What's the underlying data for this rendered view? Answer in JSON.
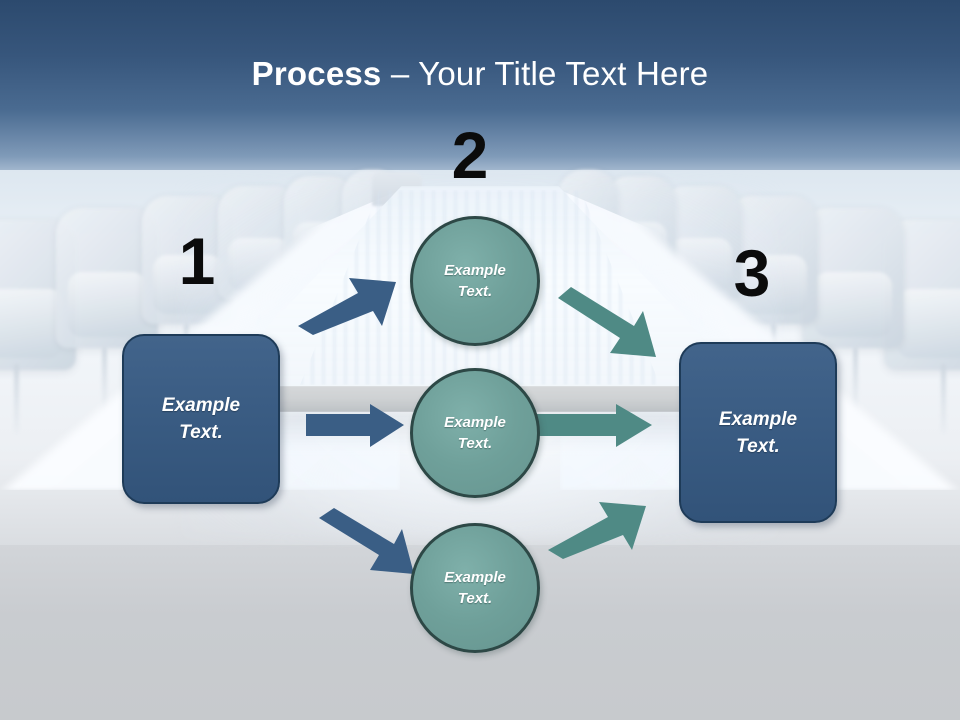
{
  "slide": {
    "title_bold": "Process",
    "title_rest": " – Your Title Text Here",
    "title_full": "Process – Your Title Text Here"
  },
  "colors": {
    "title_band_dark": "#2c4a6e",
    "title_band_light": "#7f9ab8",
    "box_fill": "#3a5c83",
    "box_border": "#1e3b58",
    "circle_fill": "#6fa09a",
    "circle_border": "#2d4846",
    "arrow_blue": "#3a5e85",
    "arrow_teal": "#4f8a85",
    "number_color": "#0b0b0b",
    "floor_grey": "#c9ccd0",
    "text_white": "#ffffff"
  },
  "steps": [
    {
      "number": "1",
      "label": "Example\nText."
    },
    {
      "number": "2",
      "label": "Example\nText."
    },
    {
      "number": "3",
      "label": "Example\nText."
    }
  ],
  "boxes": {
    "left": {
      "text": "Example\nText."
    },
    "right": {
      "text": "Example\nText."
    }
  },
  "circles": [
    {
      "text": "Example\nText."
    },
    {
      "text": "Example\nText."
    },
    {
      "text": "Example\nText."
    }
  ],
  "arrows": [
    {
      "name": "arrow-left-to-top-circle",
      "color": "#3a5e85",
      "direction": "up-right"
    },
    {
      "name": "arrow-left-to-mid-circle",
      "color": "#3a5e85",
      "direction": "right"
    },
    {
      "name": "arrow-left-to-bottom-circle",
      "color": "#3a5e85",
      "direction": "down-right"
    },
    {
      "name": "arrow-top-circle-to-right",
      "color": "#4f8a85",
      "direction": "down-right"
    },
    {
      "name": "arrow-mid-circle-to-right",
      "color": "#4f8a85",
      "direction": "right"
    },
    {
      "name": "arrow-bottom-circle-to-right",
      "color": "#4f8a85",
      "direction": "up-right"
    }
  ]
}
